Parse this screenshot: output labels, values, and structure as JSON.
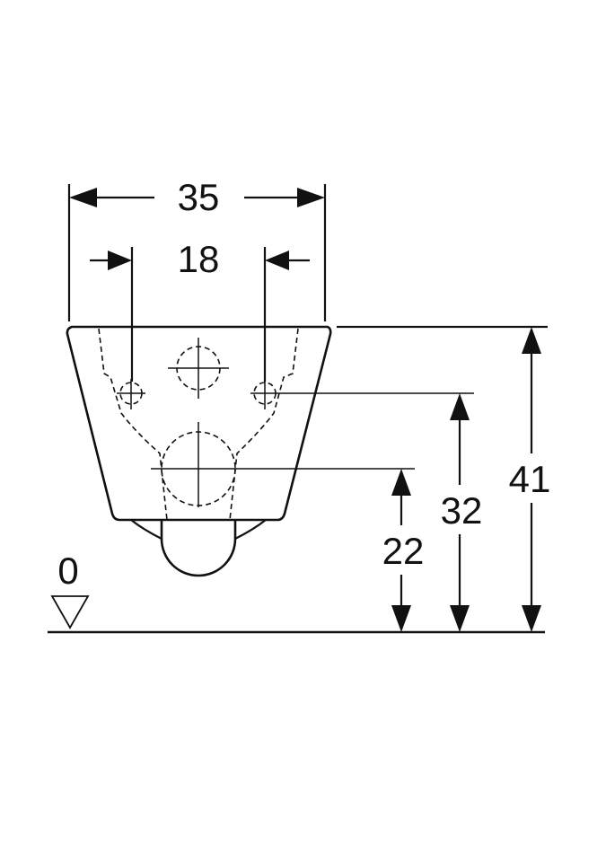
{
  "title": "Wall-hung WC dimension drawing",
  "dimensions": {
    "overall_width": "35",
    "fixing_distance": "18",
    "total_height": "41",
    "fixing_height": "32",
    "outlet_height": "22",
    "floor_level": "0"
  },
  "colors": {
    "line": "#111111",
    "background": "#ffffff"
  }
}
